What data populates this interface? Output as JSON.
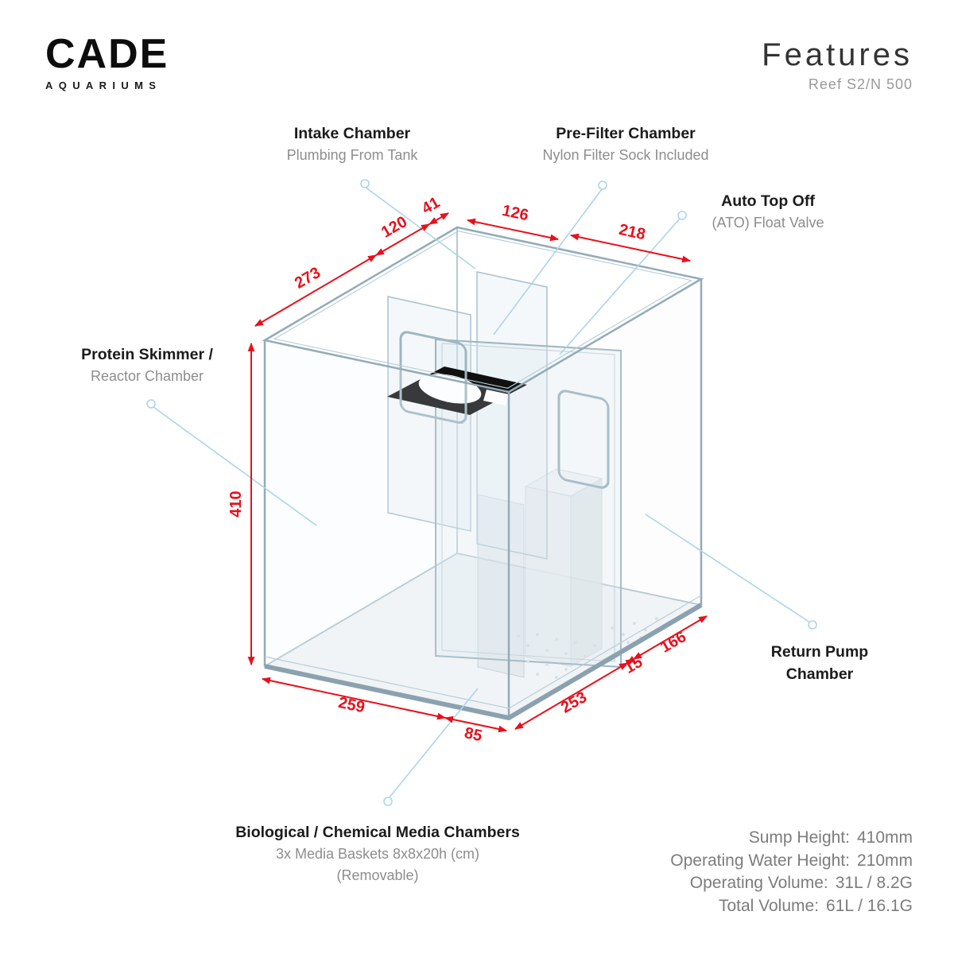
{
  "brand": {
    "logo_main": "CADE",
    "logo_sub": "AQUARIUMS"
  },
  "header": {
    "title": "Features",
    "subtitle": "Reef S2/N 500"
  },
  "callouts": {
    "intake": {
      "title": "Intake Chamber",
      "desc": "Plumbing From Tank"
    },
    "prefilter": {
      "title": "Pre-Filter Chamber",
      "desc": "Nylon Filter Sock Included"
    },
    "ato": {
      "title": "Auto Top Off",
      "desc": "(ATO) Float Valve"
    },
    "skimmer": {
      "title": "Protein Skimmer /",
      "desc": "Reactor Chamber"
    },
    "return_pump": {
      "line1": "Return Pump",
      "line2": "Chamber"
    },
    "media": {
      "title": "Biological / Chemical Media Chambers",
      "desc1": "3x Media Baskets 8x8x20h (cm)",
      "desc2": "(Removable)"
    }
  },
  "dimensions": {
    "top_273": "273",
    "top_120": "120",
    "top_41": "41",
    "back_126": "126",
    "right_218": "218",
    "height_410": "410",
    "bottom_259": "259",
    "bottom_85": "85",
    "bottom_253": "253",
    "bottom_15": "15",
    "bottom_166": "166"
  },
  "specs": [
    {
      "label": "Sump Height:",
      "value": "410mm"
    },
    {
      "label": "Operating Water Height:",
      "value": "210mm"
    },
    {
      "label": "Operating Volume:",
      "value": "31L / 8.2G"
    },
    {
      "label": "Total Volume:",
      "value": "61L / 16.1G"
    }
  ],
  "colors": {
    "dimension_red": "#e8101c",
    "leader_blue": "#abd5ea",
    "glass_edge": "#93abb8",
    "plate_black": "#101010"
  }
}
